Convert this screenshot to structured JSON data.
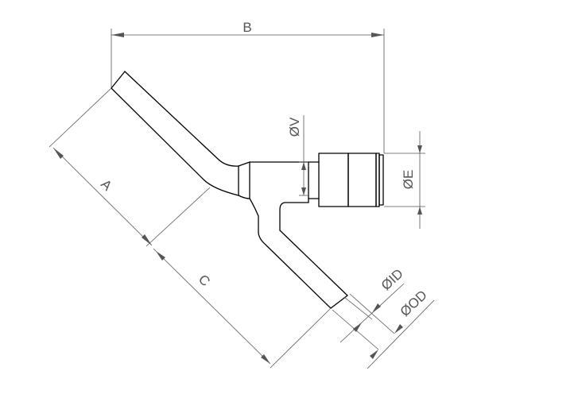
{
  "dimensions": {
    "a": "A",
    "b": "B",
    "c": "C",
    "phi_v": "ØV",
    "phi_e": "ØE",
    "phi_id": "ØID",
    "phi_od": "ØOD"
  }
}
